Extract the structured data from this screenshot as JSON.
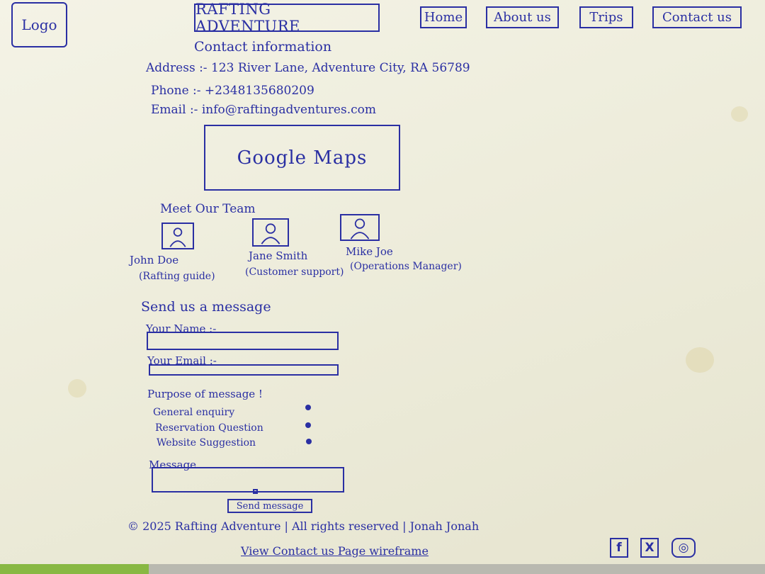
{
  "header": {
    "logo": "Logo",
    "title": "RAFTING ADVENTURE",
    "nav": [
      {
        "label": "Home"
      },
      {
        "label": "About us"
      },
      {
        "label": "Trips"
      },
      {
        "label": "Contact us"
      }
    ]
  },
  "contact": {
    "heading": "Contact information",
    "address_label": "Address :-",
    "address": "123 River Lane, Adventure City, RA 56789",
    "phone_label": "Phone :-",
    "phone": "+2348135680209",
    "email_label": "Email :-",
    "email": "info@raftingadventures.com"
  },
  "map": {
    "label": "Google Maps"
  },
  "team": {
    "heading": "Meet Our Team",
    "members": [
      {
        "name": "John Doe",
        "role": "(Rafting guide)"
      },
      {
        "name": "Jane Smith",
        "role": "(Customer support)"
      },
      {
        "name": "Mike Joe",
        "role": "(Operations Manager)"
      }
    ]
  },
  "form": {
    "heading": "Send us a message",
    "name_label": "Your Name :-",
    "email_label": "Your Email :-",
    "purpose_label": "Purpose of message !",
    "purposes": [
      "General enquiry",
      "Reservation Question",
      "Website Suggestion"
    ],
    "message_label": "Message",
    "send_label": "Send message"
  },
  "footer": {
    "copyright": "© 2025 Rafting Adventure | All rights reserved | Jonah Jonah",
    "link": "View Contact us Page wireframe",
    "social": [
      {
        "icon": "facebook-icon",
        "glyph": "f"
      },
      {
        "icon": "x-icon",
        "glyph": "X"
      },
      {
        "icon": "instagram-icon",
        "glyph": "◎"
      }
    ]
  }
}
